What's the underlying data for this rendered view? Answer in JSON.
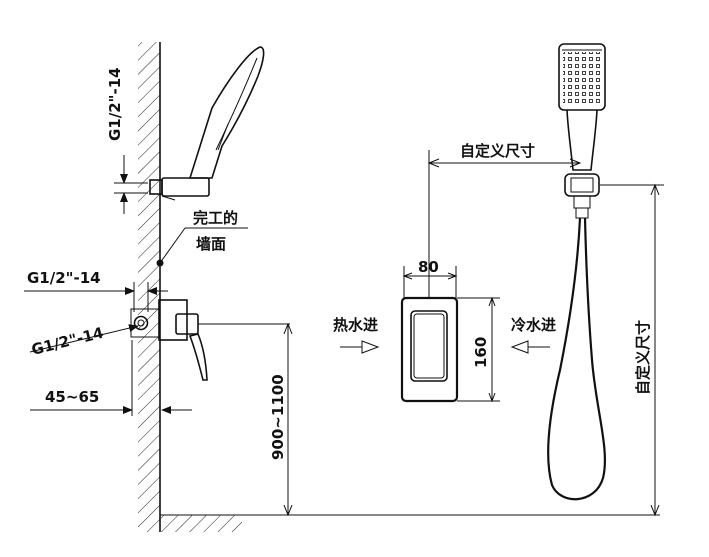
{
  "labels": {
    "g_top": "G1/2\"-14",
    "finished_wall_line1": "完工的",
    "finished_wall_line2": "墙面",
    "g_left": "G1/2\"-14",
    "g_diag": "G1/2\"-14",
    "depth_range": "45~65",
    "height_range": "900~1100",
    "custom_size_top": "自定义尺寸",
    "plate_width": "80",
    "plate_height": "160",
    "hot_water_in": "热水进",
    "cold_water_in": "冷水进",
    "custom_size_right": "自定义尺寸"
  },
  "colors": {
    "line": "#111111",
    "background": "#ffffff"
  }
}
